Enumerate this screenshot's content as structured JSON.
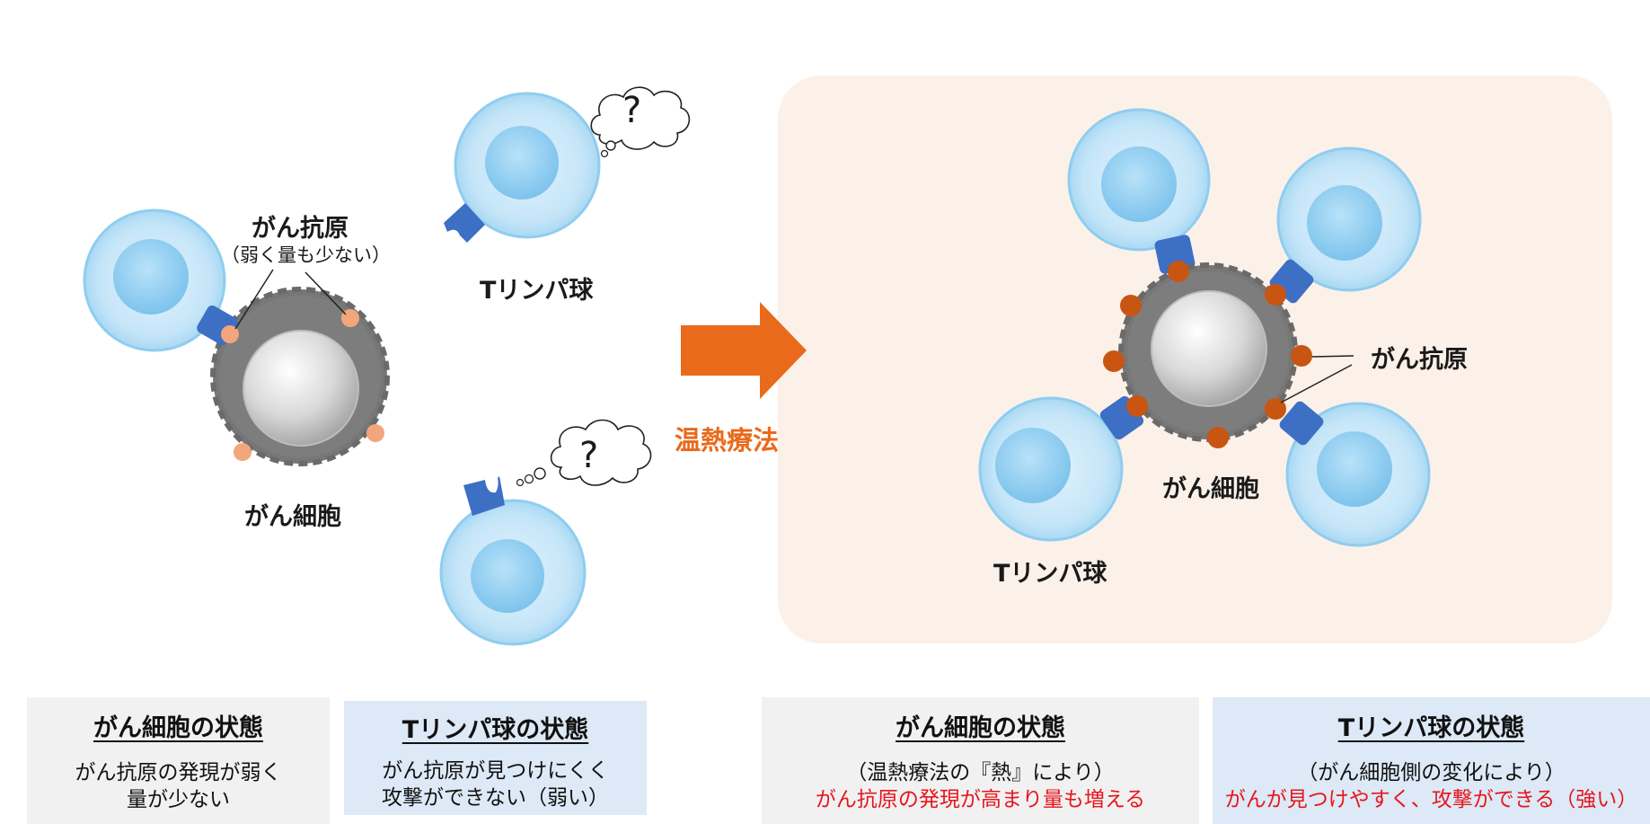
{
  "colors": {
    "heat_panel": "#fcf1e9",
    "arrow": "#e96a1a",
    "receptor": "#3d6fc4",
    "antigen_weak": "#f3a67c",
    "antigen_strong": "#c95512",
    "highlight_text": "#e8151c",
    "tcell_body": "#c9e8f8",
    "cancer_body": "#777777"
  },
  "left": {
    "antigen_label": "がん抗原",
    "antigen_sub": "（弱く量も少ない）",
    "tcell_label": "Tリンパ球",
    "cancer_label": "がん細胞",
    "question_top": "?",
    "question_bottom": "?"
  },
  "arrow": {
    "label": "温熱療法"
  },
  "right": {
    "antigen_label": "がん抗原",
    "cancer_label": "がん細胞",
    "tcell_label": "Tリンパ球"
  },
  "boxes": [
    {
      "title": "がん細胞の状態",
      "lines": [
        "がん抗原の発現が弱く",
        "量が少ない"
      ]
    },
    {
      "title": "Tリンパ球の状態",
      "lines": [
        "がん抗原が見つけにくく",
        "攻撃ができない（弱い）"
      ]
    },
    {
      "title": "がん細胞の状態",
      "line1": "（温熱療法の『熱』により）",
      "line2": "がん抗原の発現が高まり量も増える"
    },
    {
      "title": "Tリンパ球の状態",
      "line1": "（がん細胞側の変化により）",
      "line2": "がんが見つけやすく、攻撃ができる（強い）"
    }
  ]
}
